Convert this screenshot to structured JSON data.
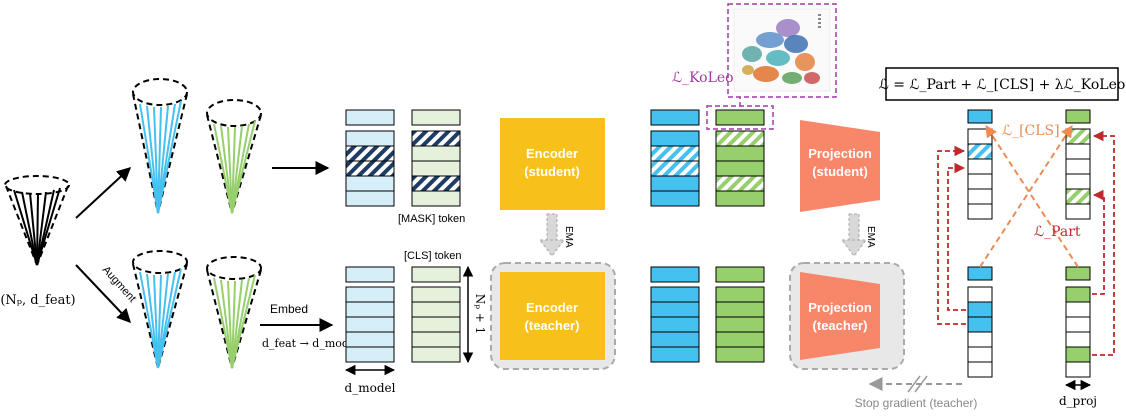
{
  "input": {
    "label": "(Nₚ, d_feat)"
  },
  "augment": {
    "label": "Augment"
  },
  "embed": {
    "label": "Embed",
    "dims": "d_feat → d_model"
  },
  "tokens": {
    "mask": "[MASK] token",
    "cls": "[CLS] token",
    "np_plus_one": "Nₚ + 1",
    "d_model": "d_model",
    "d_proj": "d_proj"
  },
  "encoder_student": {
    "line1": "Encoder",
    "line2": "(student)"
  },
  "encoder_teacher": {
    "line1": "Encoder",
    "line2": "(teacher)"
  },
  "projection_student": {
    "line1": "Projection",
    "line2": "(student)"
  },
  "projection_teacher": {
    "line1": "Projection",
    "line2": "(teacher)"
  },
  "ema": {
    "label1": "EMA",
    "label2": "EMA"
  },
  "stop_gradient": "Stop gradient (teacher)",
  "losses": {
    "total": "ℒ = ℒ_Part + ℒ_[CLS] + λℒ_KoLeo",
    "koleo": "ℒ_KoLeo",
    "cls": "ℒ_[CLS]",
    "part": "ℒ_Part"
  },
  "colors": {
    "blue": "#45c1ef",
    "light_blue": "#d6eef8",
    "green": "#96cf6c",
    "light_green": "#e6f1dc",
    "encoder": "#f8c01a",
    "projection": "#f8876a",
    "red": "#c0282d",
    "orange": "#ee8a52",
    "purple": "#a03aa0",
    "gray": "#b0b0b0"
  }
}
